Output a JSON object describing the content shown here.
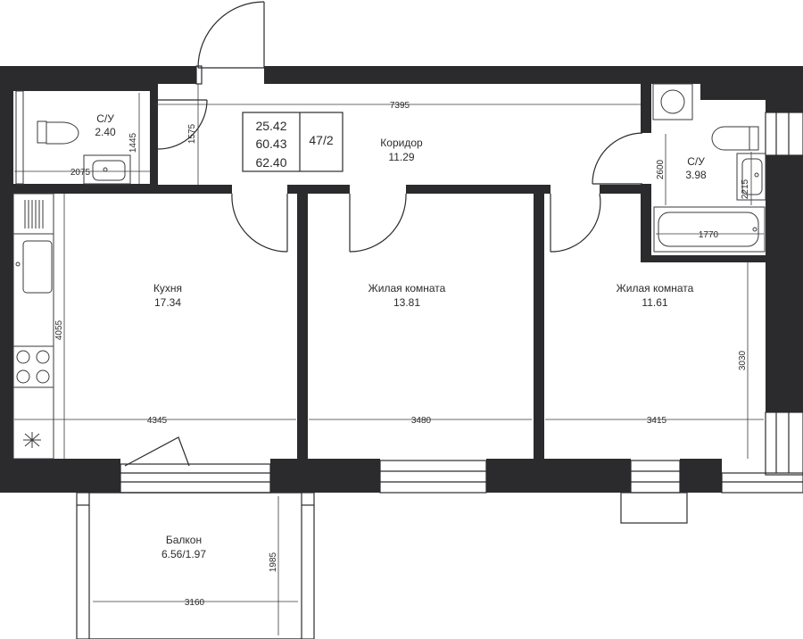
{
  "colors": {
    "wall": "#2b2b2e",
    "line": "#3a3a3d",
    "background": "#ffffff"
  },
  "info_box": {
    "area_1": "25.42",
    "area_2": "60.43",
    "area_3": "62.40",
    "ratio": "47/2"
  },
  "rooms": {
    "bathroom_small": {
      "name": "С/У",
      "area": "2.40"
    },
    "corridor": {
      "name": "Коридор",
      "area": "11.29"
    },
    "bathroom_large": {
      "name": "С/У",
      "area": "3.98"
    },
    "kitchen": {
      "name": "Кухня",
      "area": "17.34"
    },
    "living_room_1": {
      "name": "Жилая комната",
      "area": "13.81"
    },
    "living_room_2": {
      "name": "Жилая комната",
      "area": "11.61"
    },
    "balcony": {
      "name": "Балкон",
      "area": "6.56/1.97"
    }
  },
  "dimensions": {
    "corridor_length": "7395",
    "bathroom_small_width": "2075",
    "bathroom_small_height": "1445",
    "corridor_height": "1575",
    "bathroom_large_height": "2600",
    "bathroom_large_width": "1770",
    "bathroom_large_inner": "2215",
    "kitchen_height": "4055",
    "kitchen_width": "4345",
    "living_room_1_width": "3480",
    "living_room_2_width": "3415",
    "living_room_2_height": "3030",
    "balcony_height": "1985",
    "balcony_width": "3160"
  }
}
